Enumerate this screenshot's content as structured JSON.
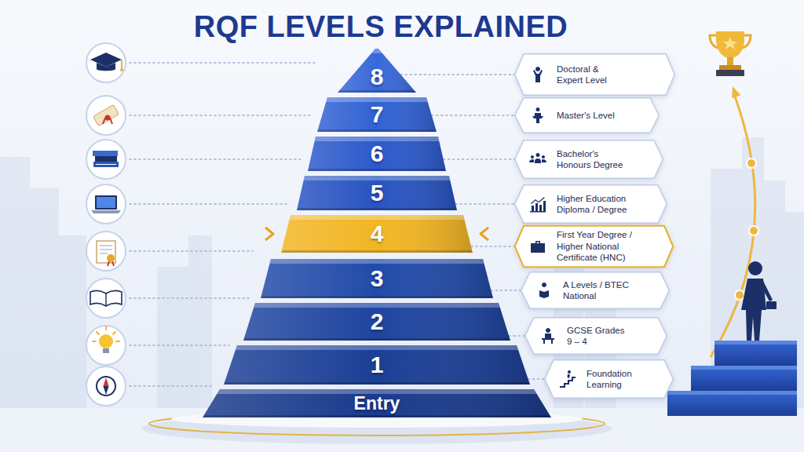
{
  "diagram": {
    "title": "RQF LEVELS EXPLAINED",
    "nodes": [
      {
        "text": [
          "8"
        ]
      },
      {
        "text": [
          "7"
        ]
      },
      {
        "text": [
          "6"
        ]
      },
      {
        "text": [
          "5"
        ]
      },
      {
        "text": [
          "4"
        ]
      },
      {
        "text": [
          "3"
        ]
      },
      {
        "text": [
          "2"
        ]
      },
      {
        "text": [
          "1"
        ]
      },
      {
        "text": [
          "Entry"
        ]
      },
      {
        "text": [
          "Doctoral & Expert Level"
        ]
      },
      {
        "text": [
          "Master's Level"
        ]
      },
      {
        "text": [
          "Bachelor's Honours Degree"
        ]
      },
      {
        "text": [
          "Higher Education Diploma / Degree"
        ]
      },
      {
        "text": [
          "First Year Degree / Higher National Certificate (HNC)"
        ]
      },
      {
        "text": [
          "A Levels / BTEC National"
        ]
      },
      {
        "text": [
          "GCSE Grades 9 – 4"
        ]
      },
      {
        "text": [
          "Foundation Learning"
        ]
      }
    ],
    "edges": [
      {
        "from": 0,
        "to": 9,
        "arrow": "none"
      },
      {
        "from": 1,
        "to": 10,
        "arrow": "none"
      },
      {
        "from": 2,
        "to": 11,
        "arrow": "none"
      },
      {
        "from": 3,
        "to": 12,
        "arrow": "none"
      },
      {
        "from": 4,
        "to": 13,
        "arrow": "none"
      },
      {
        "from": 5,
        "to": 14,
        "arrow": "none"
      },
      {
        "from": 6,
        "to": 15,
        "arrow": "none"
      },
      {
        "from": 7,
        "to": 16,
        "arrow": "none"
      }
    ]
  }
}
